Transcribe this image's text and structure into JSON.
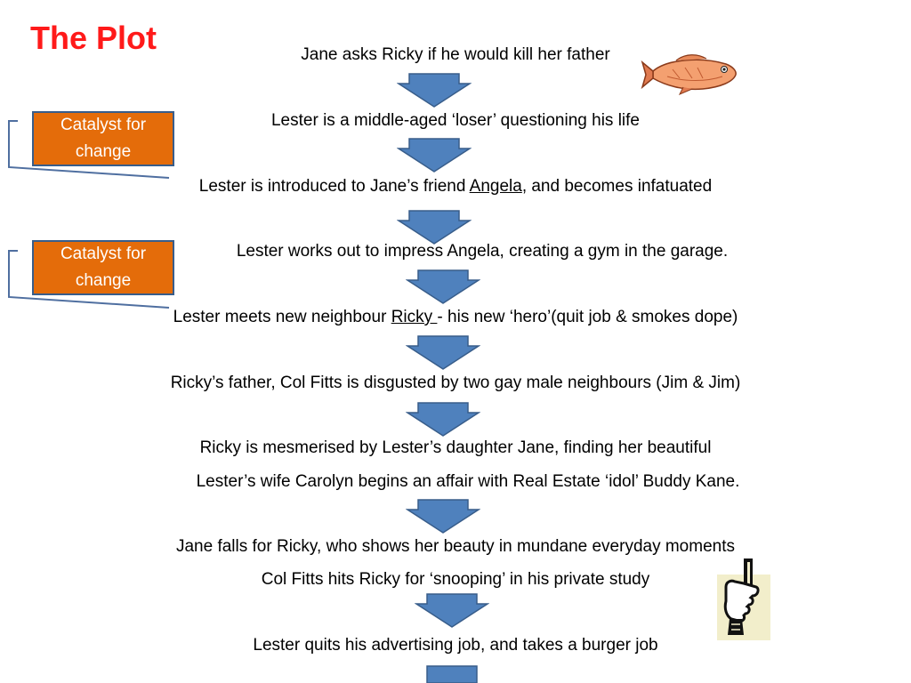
{
  "title": "The Plot",
  "catalyst_label": "Catalyst for change",
  "steps": [
    {
      "pre": "Jane asks Ricky if he would kill  her father",
      "link": "",
      "post": ""
    },
    {
      "pre": "Lester is a middle-aged ‘loser’ questioning  his life",
      "link": "",
      "post": ""
    },
    {
      "pre": "Lester is introduced to Jane’s friend  ",
      "link": "Angela",
      "post": ", and becomes infatuated"
    },
    {
      "pre": "Lester  works out to impress Angela, creating a gym in the garage.",
      "link": "",
      "post": ""
    },
    {
      "pre": "Lester meets new neighbour ",
      "link": "Ricky ",
      "post": "- his new ‘hero’(quit job & smokes dope)"
    },
    {
      "pre": "Ricky’s father, Col Fitts is disgusted by two gay male neighbours (Jim & Jim)",
      "link": "",
      "post": ""
    },
    {
      "pre": "Ricky is mesmerised by Lester’s  daughter Jane, finding her beautiful",
      "link": "",
      "post": ""
    },
    {
      "pre": "Lester’s wife Carolyn begins an affair with  Real Estate ‘idol’ Buddy Kane.",
      "link": "",
      "post": ""
    },
    {
      "pre": "Jane falls for Ricky, who shows her beauty in mundane everyday moments",
      "link": "",
      "post": ""
    },
    {
      "pre": "Col Fitts hits Ricky for ‘snooping’ in his  private  study",
      "link": "",
      "post": ""
    },
    {
      "pre": "Lester quits his advertising job, and takes a burger  job",
      "link": "",
      "post": ""
    }
  ],
  "colors": {
    "title": "#ff1a1a",
    "arrow_fill": "#4f81bd",
    "arrow_stroke": "#385d8a",
    "catalyst_fill": "#e46c0a"
  },
  "icons": [
    "fish-icon",
    "pointing-hand-icon"
  ]
}
